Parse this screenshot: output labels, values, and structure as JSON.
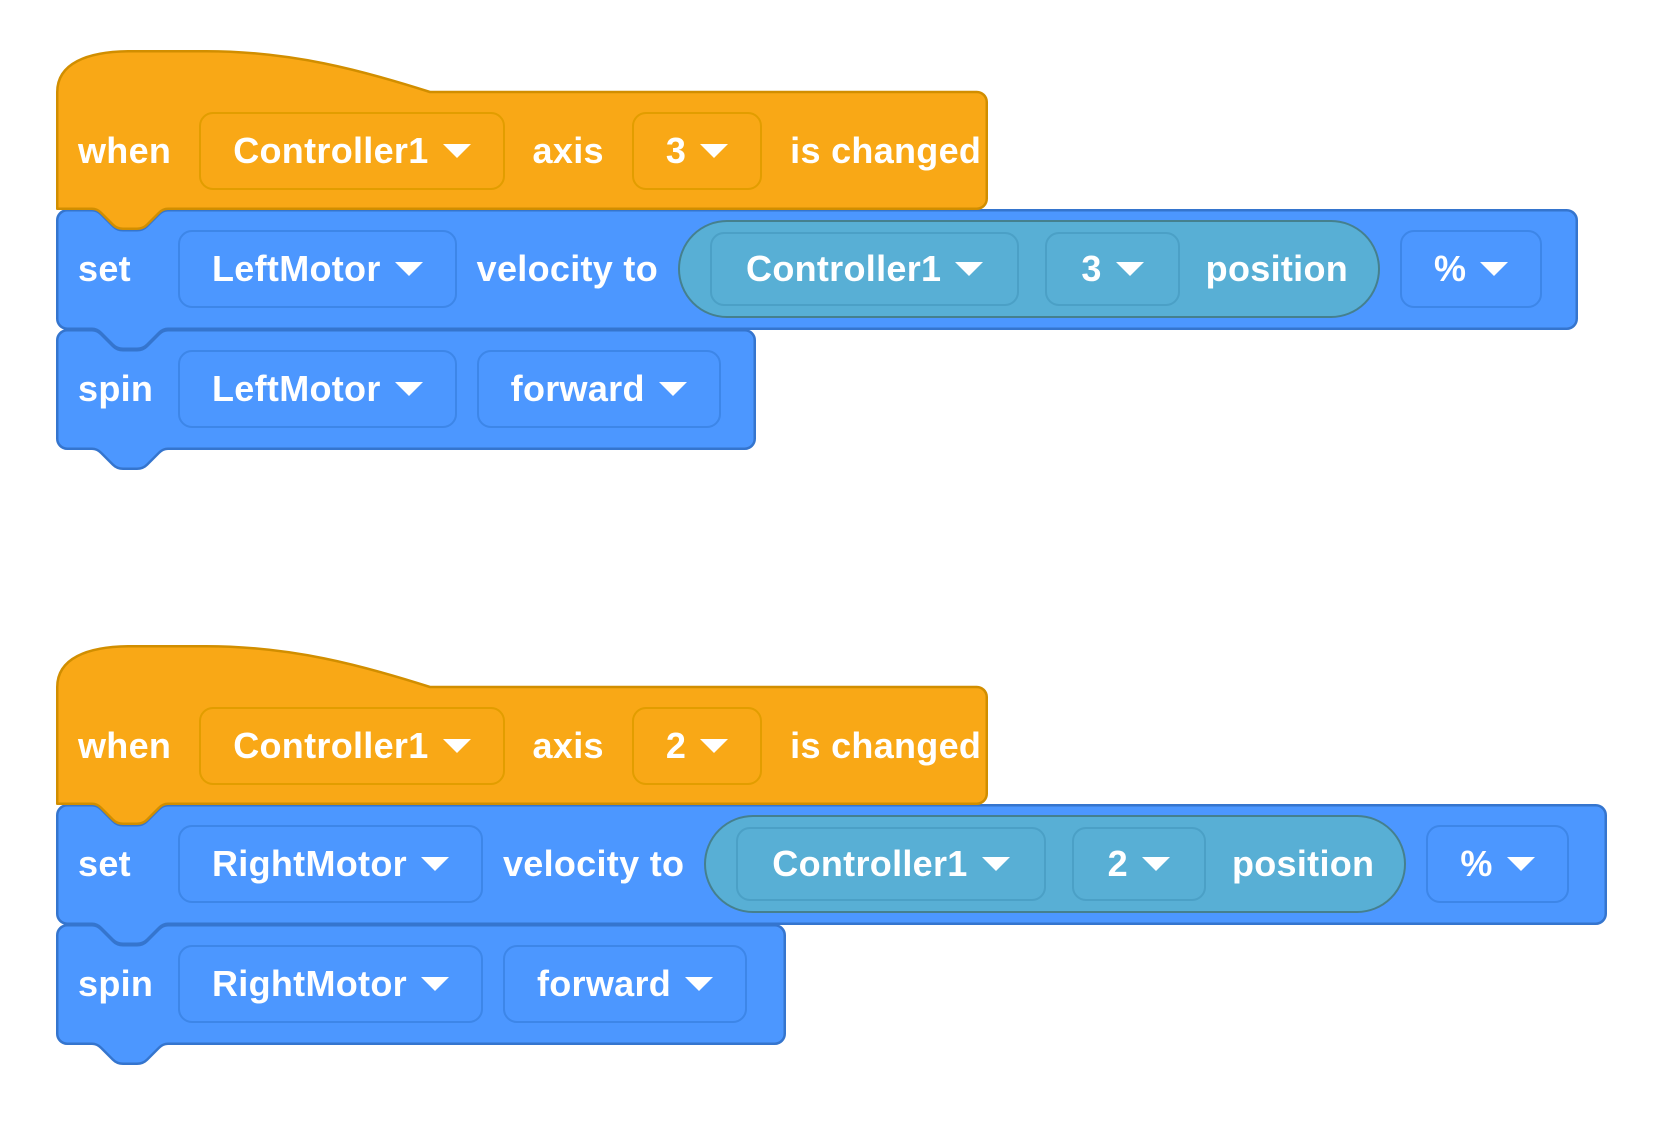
{
  "colors": {
    "workspace_bg": "#FFFFFF",
    "event_block_fill": "#F9A816",
    "event_block_stroke": "#D18E00",
    "motion_block_fill": "#4C97FF",
    "motion_block_stroke": "#3575CE",
    "reporter_fill": "#58AFD5",
    "reporter_stroke": "#45808E",
    "label_text": "#FFFFFF"
  },
  "stacks": [
    {
      "hat": {
        "when": "when",
        "controller": "Controller1",
        "axis_label": "axis",
        "axis_value": "3",
        "suffix": "is changed"
      },
      "set": {
        "verb": "set",
        "motor": "LeftMotor",
        "mid": "velocity to",
        "reporter": {
          "controller": "Controller1",
          "axis_value": "3",
          "suffix": "position"
        },
        "unit": "%"
      },
      "spin": {
        "verb": "spin",
        "motor": "LeftMotor",
        "direction": "forward"
      }
    },
    {
      "hat": {
        "when": "when",
        "controller": "Controller1",
        "axis_label": "axis",
        "axis_value": "2",
        "suffix": "is changed"
      },
      "set": {
        "verb": "set",
        "motor": "RightMotor",
        "mid": "velocity to",
        "reporter": {
          "controller": "Controller1",
          "axis_value": "2",
          "suffix": "position"
        },
        "unit": "%"
      },
      "spin": {
        "verb": "spin",
        "motor": "RightMotor",
        "direction": "forward"
      }
    }
  ]
}
